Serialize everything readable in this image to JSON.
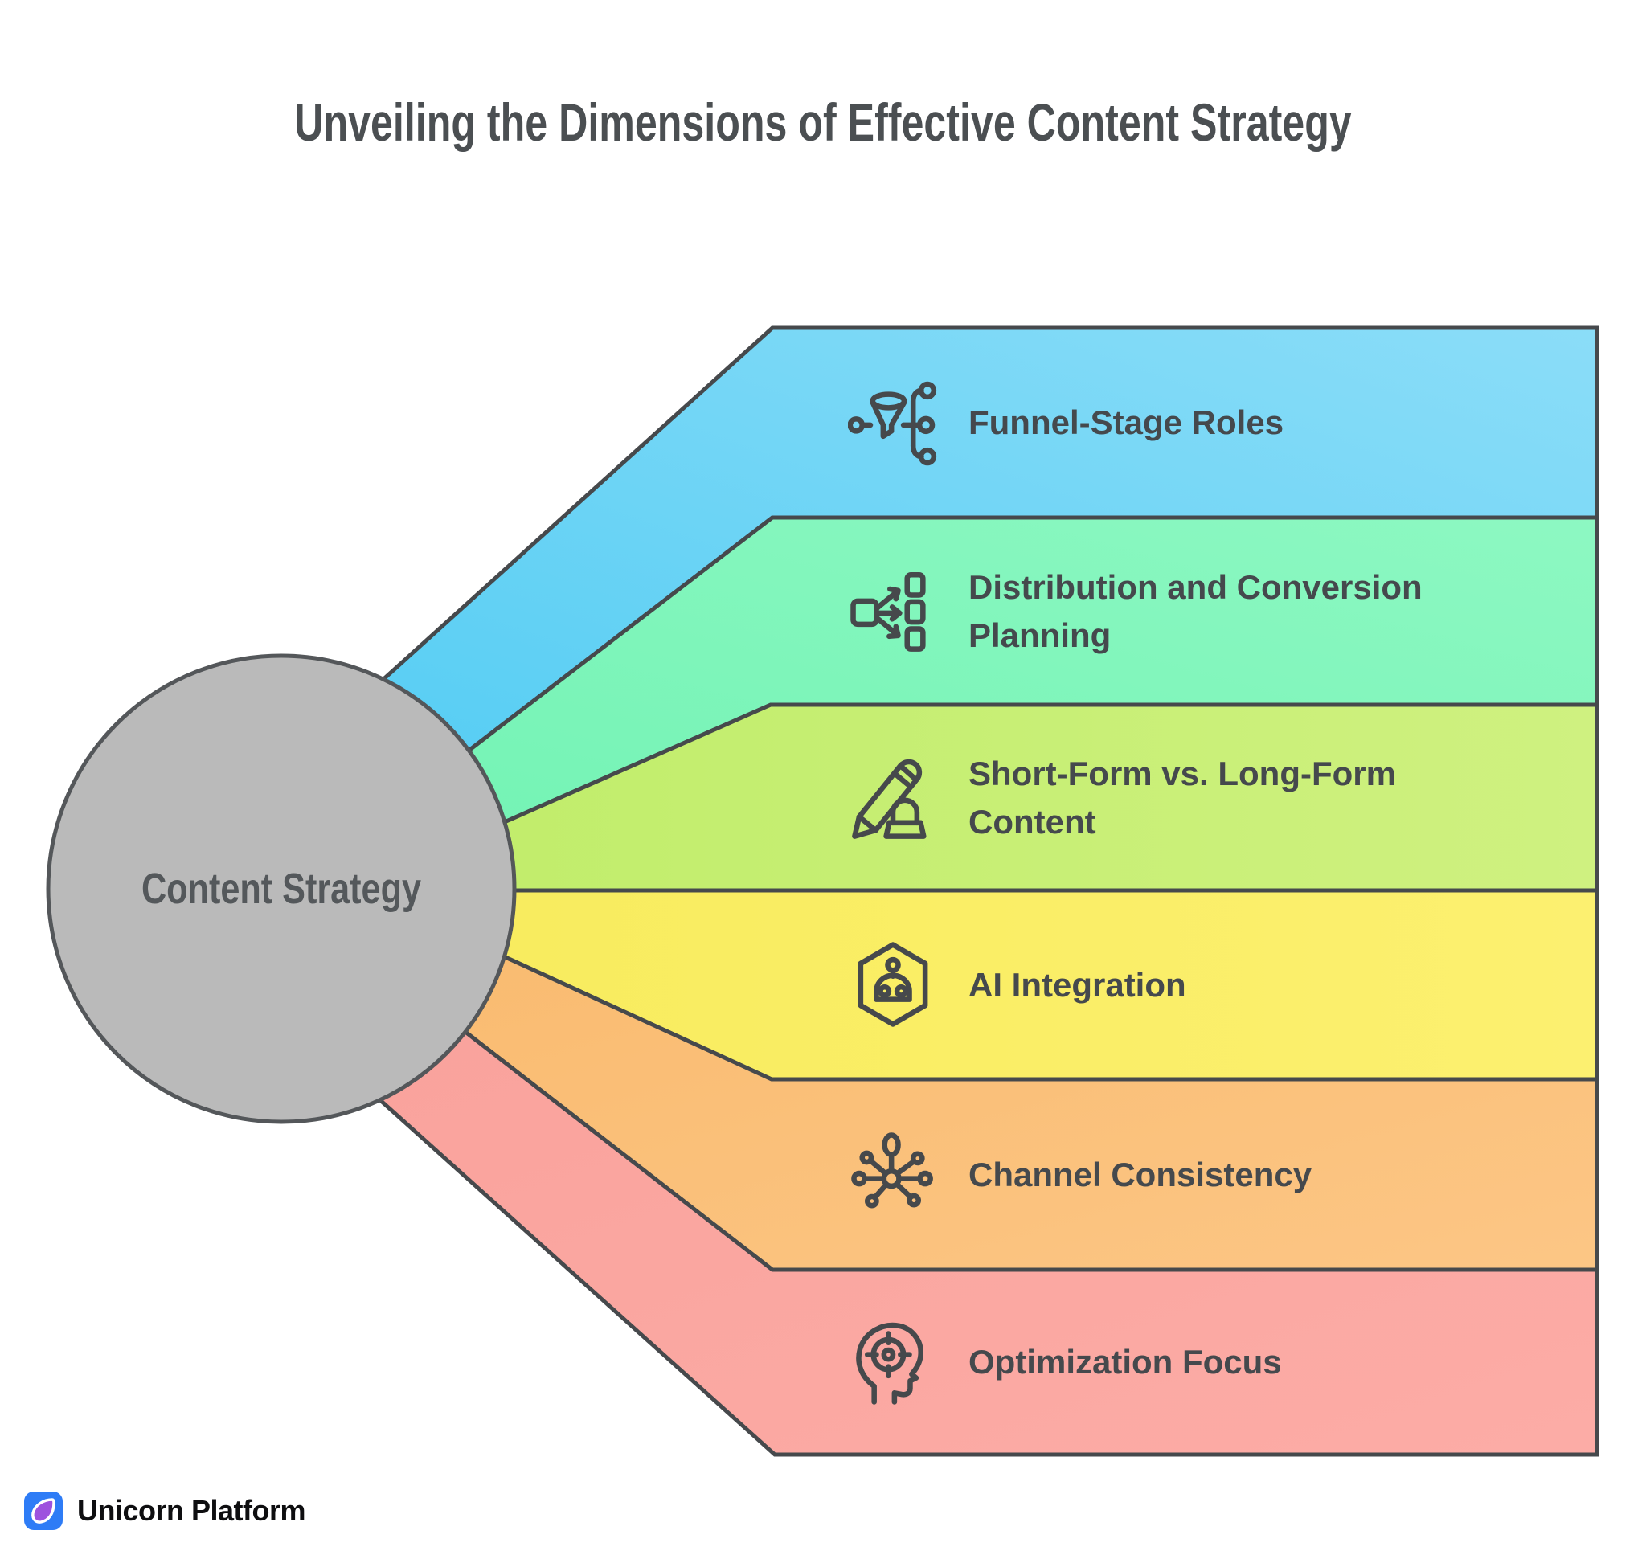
{
  "title": "Unveiling the Dimensions of Effective Content Strategy",
  "center": {
    "label": "Content Strategy"
  },
  "bands": [
    {
      "id": "funnel-stage-roles",
      "label": "Funnel-Stage Roles",
      "icon": "funnel-flow-icon",
      "color_start": "#55CDF3",
      "color_end": "#8BDDF8"
    },
    {
      "id": "distribution-conversion",
      "label": "Distribution and Conversion Planning",
      "icon": "distribution-icon",
      "color_start": "#74F3B5",
      "color_end": "#8DF8C2"
    },
    {
      "id": "short-vs-long-form",
      "label": "Short-Form vs. Long-Form Content",
      "icon": "pen-stamp-icon",
      "color_start": "#C1ED6B",
      "color_end": "#CFF180"
    },
    {
      "id": "ai-integration",
      "label": "AI Integration",
      "icon": "robot-icon",
      "color_start": "#F8EC5E",
      "color_end": "#FCF070"
    },
    {
      "id": "channel-consistency",
      "label": "Channel Consistency",
      "icon": "hub-network-icon",
      "color_start": "#F9BB70",
      "color_end": "#FCC685"
    },
    {
      "id": "optimization-focus",
      "label": "Optimization Focus",
      "icon": "head-target-icon",
      "color_start": "#F9A29C",
      "color_end": "#FCACA6"
    }
  ],
  "stroke_color": "#46494C",
  "circle": {
    "fill": "#BABABA",
    "stroke": "#54575A"
  },
  "footer": {
    "brand": "Unicorn Platform",
    "logo_color": "#2E7CF6",
    "drop_color": "#9D52DE"
  }
}
